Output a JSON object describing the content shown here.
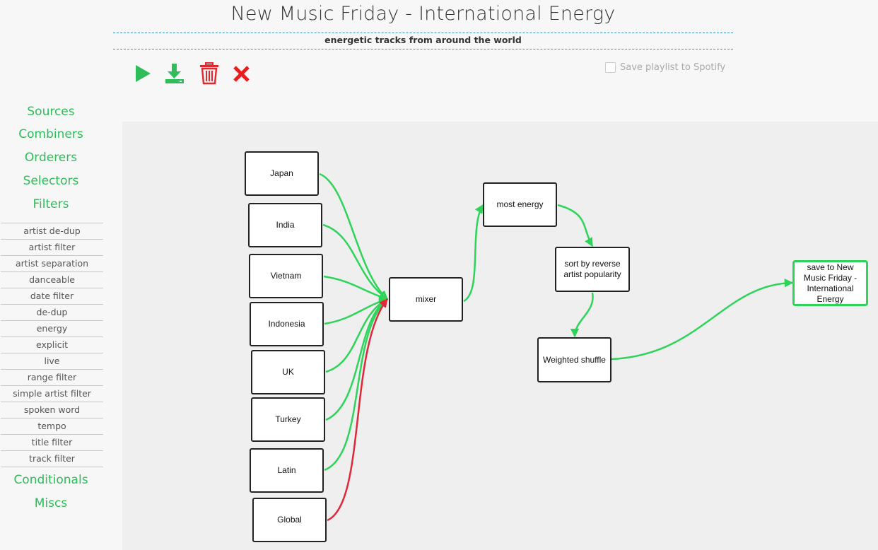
{
  "header": {
    "title": "New Music Friday - International Energy",
    "subtitle": "energetic tracks from around the world"
  },
  "toolbar": {
    "run_icon": "play-icon",
    "save_icon": "download-icon",
    "delete_icon": "trash-icon",
    "close_icon": "close-icon",
    "save_to_spotify_label": "Save playlist to Spotify",
    "save_to_spotify_checked": false
  },
  "colors": {
    "accent": "#2ebd59",
    "edge_green": "#2ed45a",
    "edge_red": "#e0283a",
    "delete_red": "#e0282e"
  },
  "sidebar": {
    "categories": {
      "sources": "Sources",
      "combiners": "Combiners",
      "orderers": "Orderers",
      "selectors": "Selectors",
      "filters": "Filters",
      "conditionals": "Conditionals",
      "miscs": "Miscs"
    },
    "filters": [
      "artist de-dup",
      "artist filter",
      "artist separation",
      "danceable",
      "date filter",
      "de-dup",
      "energy",
      "explicit",
      "live",
      "range filter",
      "simple artist filter",
      "spoken word",
      "tempo",
      "title filter",
      "track filter"
    ]
  },
  "graph": {
    "nodes": {
      "japan": "Japan",
      "india": "India",
      "vietnam": "Vietnam",
      "indonesia": "Indonesia",
      "uk": "UK",
      "turkey": "Turkey",
      "latin": "Latin",
      "global": "Global",
      "mixer": "mixer",
      "most_energy": "most energy",
      "sort": "sort by reverse artist popularity",
      "shuffle": "Weighted shuffle",
      "save": "save to New Music Friday - International Energy"
    }
  }
}
